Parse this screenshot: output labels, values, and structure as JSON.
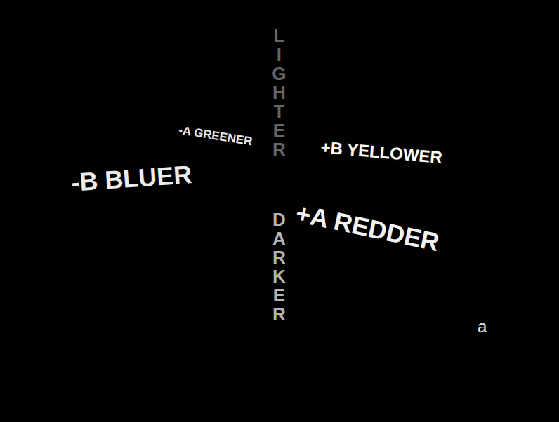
{
  "diagram": {
    "nodes": [
      {
        "text": [
          "LIGHTER"
        ]
      },
      {
        "text": [
          "-A GREENER"
        ]
      },
      {
        "text": [
          "+B YELLOWER"
        ]
      },
      {
        "text": [
          "-B BLUER"
        ]
      },
      {
        "text": [
          "+A REDDER"
        ]
      },
      {
        "text": [
          "DARKER"
        ]
      }
    ],
    "labels": [
      "a"
    ]
  }
}
